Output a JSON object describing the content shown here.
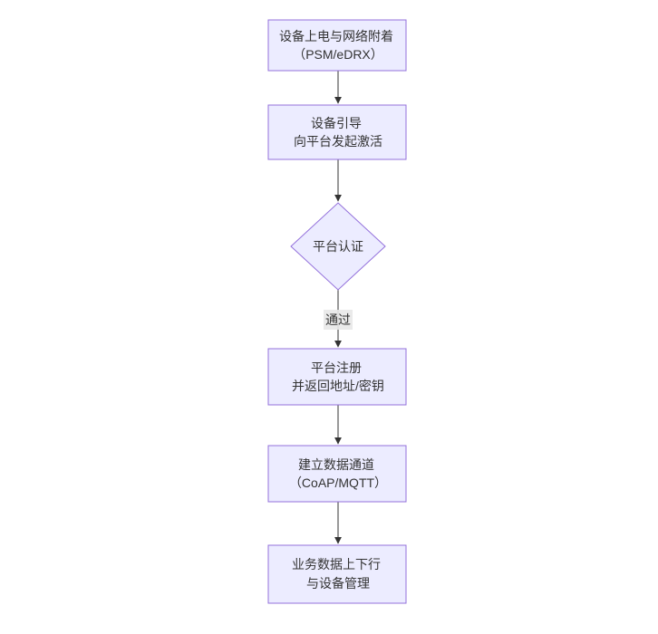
{
  "diagram": {
    "type": "flowchart",
    "direction": "top-down",
    "nodes": [
      {
        "id": "power",
        "shape": "rect",
        "lines": [
          "设备上电与网络附着",
          "（PSM/eDRX）"
        ]
      },
      {
        "id": "boot",
        "shape": "rect",
        "lines": [
          "设备引导",
          "向平台发起激活"
        ]
      },
      {
        "id": "auth",
        "shape": "diamond",
        "lines": [
          "平台认证"
        ]
      },
      {
        "id": "register",
        "shape": "rect",
        "lines": [
          "平台注册",
          "并返回地址/密钥"
        ]
      },
      {
        "id": "channel",
        "shape": "rect",
        "lines": [
          "建立数据通道",
          "（CoAP/MQTT）"
        ]
      },
      {
        "id": "business",
        "shape": "rect",
        "lines": [
          "业务数据上下行",
          "与设备管理"
        ]
      }
    ],
    "edges": [
      {
        "from": "power",
        "to": "boot",
        "label": ""
      },
      {
        "from": "boot",
        "to": "auth",
        "label": ""
      },
      {
        "from": "auth",
        "to": "register",
        "label": "通过"
      },
      {
        "from": "register",
        "to": "channel",
        "label": ""
      },
      {
        "from": "channel",
        "to": "business",
        "label": ""
      }
    ],
    "colors": {
      "background": "#ffffff",
      "node_fill": "#ECECFF",
      "node_border": "#9370DB",
      "text": "#333333",
      "arrow": "#333333",
      "edge_label_bg": "#e8e8e8"
    }
  }
}
